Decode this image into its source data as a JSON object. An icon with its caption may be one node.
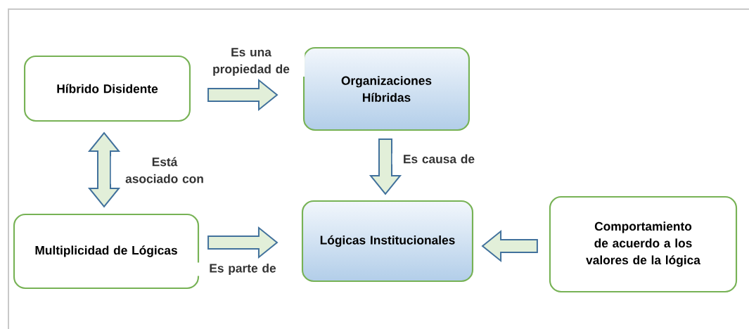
{
  "diagram": {
    "nodes": [
      {
        "text": [
          "Híbrido Disidente"
        ]
      },
      {
        "text": [
          "Organizaciones Híbridas"
        ]
      },
      {
        "text": [
          "Multiplicidad de Lógicas"
        ]
      },
      {
        "text": [
          "Lógicas Institucionales"
        ]
      },
      {
        "text": [
          "Comportamiento de acuerdo a los valores de la lógica"
        ]
      }
    ],
    "edges": [
      {
        "from": 0,
        "to": 1,
        "arrow": "to",
        "label": "Es una propiedad de"
      },
      {
        "from": 1,
        "to": 3,
        "arrow": "to",
        "label": "Es causa de"
      },
      {
        "from": 0,
        "to": 2,
        "arrow": "both",
        "label": "Está asociado con"
      },
      {
        "from": 2,
        "to": 3,
        "arrow": "to",
        "label": "Es parte de"
      },
      {
        "from": 4,
        "to": 3,
        "arrow": "to"
      }
    ]
  }
}
